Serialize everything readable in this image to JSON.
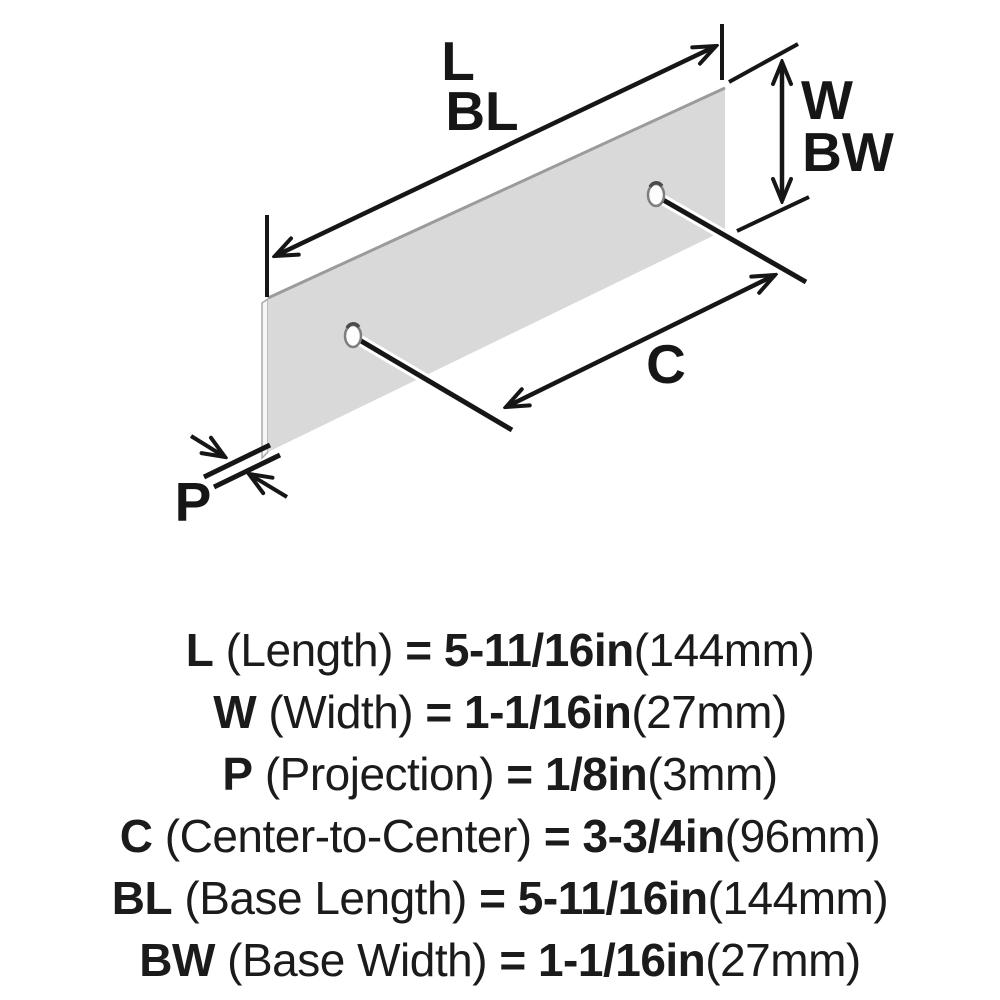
{
  "diagram": {
    "labels": {
      "length": "L",
      "base_length": "BL",
      "width": "W",
      "base_width": "BW",
      "center_to_center": "C",
      "projection": "P"
    },
    "colors": {
      "line": "#161616",
      "plate_fill": "#d9d9d9",
      "plate_top_edge": "#9b9b9b",
      "plate_side_fill": "#f7f7f7",
      "background": "#ffffff"
    }
  },
  "specs": {
    "rows": [
      {
        "symbol": "L",
        "name": " (Length) ",
        "value": "= 5-11/16in",
        "metric": "(144mm)"
      },
      {
        "symbol": "W",
        "name": " (Width) ",
        "value": "= 1-1/16in",
        "metric": "(27mm)"
      },
      {
        "symbol": "P",
        "name": " (Projection) ",
        "value": "= 1/8in",
        "metric": "(3mm)"
      },
      {
        "symbol": "C",
        "name": " (Center-to-Center) ",
        "value": "= 3-3/4in",
        "metric": "(96mm)"
      },
      {
        "symbol": "BL",
        "name": " (Base Length) ",
        "value": "= 5-11/16in",
        "metric": "(144mm)"
      },
      {
        "symbol": "BW",
        "name": " (Base Width) ",
        "value": "= 1-1/16in",
        "metric": "(27mm)"
      }
    ]
  }
}
